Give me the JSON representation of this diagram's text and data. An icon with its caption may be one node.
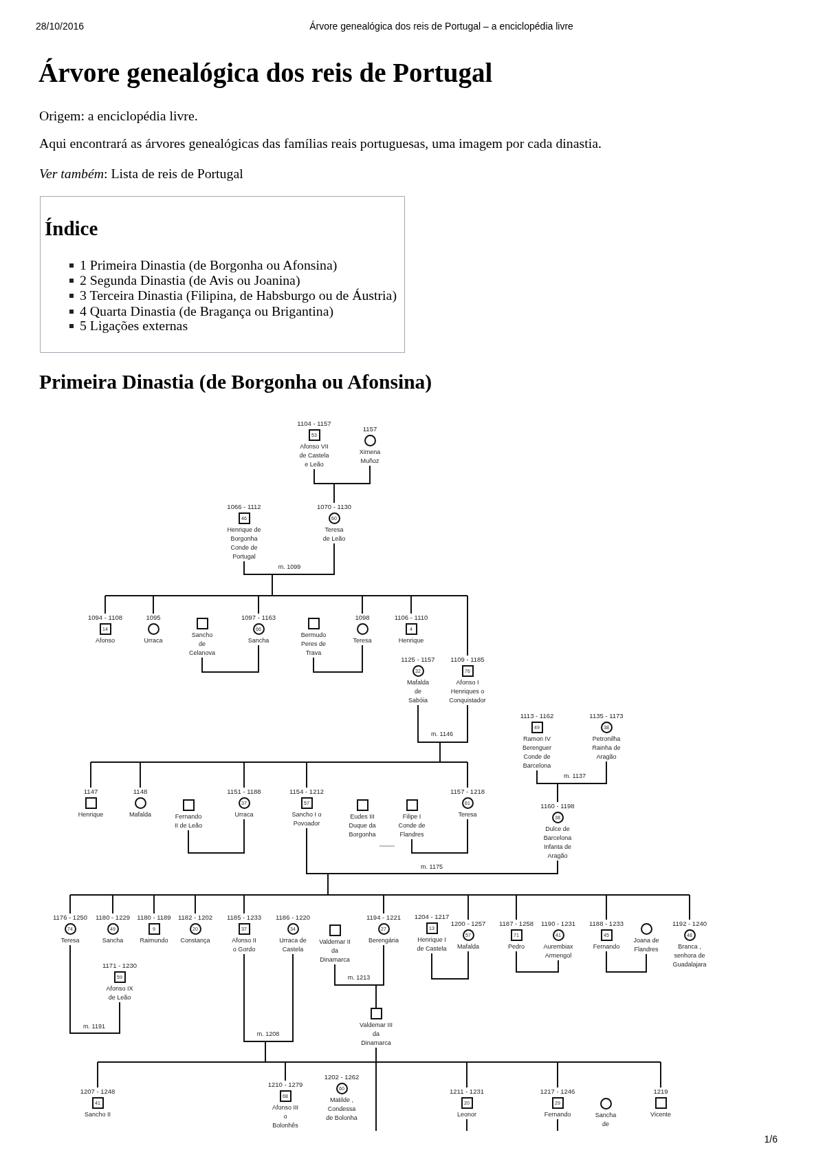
{
  "diagram": {
    "title": "Árvore genealógica dos reis de Portugal",
    "nodes": [
      {
        "text": [
          "53",
          "Afonso VII de Castela e Leão"
        ],
        "beside": [
          "1104 - 1157"
        ]
      },
      {
        "text": [
          "Ximena Muñoz"
        ],
        "beside": [
          "1157"
        ]
      },
      {
        "text": [
          "46",
          "Henrique de Borgonha Conde de Portugal"
        ],
        "beside": [
          "1066 - 1112"
        ]
      },
      {
        "text": [
          "60",
          "Teresa de Leão"
        ],
        "beside": [
          "1070 - 1130"
        ]
      },
      {
        "text": [
          "14",
          "Afonso"
        ],
        "beside": [
          "1094 - 1108"
        ]
      },
      {
        "text": [
          "Urraca"
        ],
        "beside": [
          "1095"
        ]
      },
      {
        "text": [
          "Sancho de Celanova"
        ]
      },
      {
        "text": [
          "66",
          "Sancha"
        ],
        "beside": [
          "1097 - 1163"
        ]
      },
      {
        "text": [
          "Bermudo Peres de Trava"
        ]
      },
      {
        "text": [
          "Teresa"
        ],
        "beside": [
          "1098"
        ]
      },
      {
        "text": [
          "4",
          "Henrique"
        ],
        "beside": [
          "1106 - 1110"
        ]
      },
      {
        "text": [
          "32",
          "Mafalda de Sabóia"
        ],
        "beside": [
          "1125 - 1157"
        ]
      },
      {
        "text": [
          "76",
          "Afonso I Henriques o Conquistador"
        ],
        "beside": [
          "1109 - 1185"
        ]
      },
      {
        "text": [
          "49",
          "Ramon IV Berenguer Conde de Barcelona"
        ],
        "beside": [
          "1113 - 1162"
        ]
      },
      {
        "text": [
          "38",
          "Petronilha Rainha de Aragão"
        ],
        "beside": [
          "1135 - 1173"
        ]
      },
      {
        "text": [
          "Henrique"
        ],
        "beside": [
          "1147"
        ]
      },
      {
        "text": [
          "Mafalda"
        ],
        "beside": [
          "1148"
        ]
      },
      {
        "text": [
          "Fernando II de Leão"
        ]
      },
      {
        "text": [
          "37",
          "Urraca"
        ],
        "beside": [
          "1151 - 1188"
        ]
      },
      {
        "text": [
          "57",
          "Sancho I o Povoador"
        ],
        "beside": [
          "1154 - 1212"
        ]
      },
      {
        "text": [
          "Eudes III Duque da Borgonha"
        ]
      },
      {
        "text": [
          "Filipe I Conde de Flandres"
        ]
      },
      {
        "text": [
          "61",
          "Teresa"
        ],
        "beside": [
          "1157 - 1218"
        ]
      },
      {
        "text": [
          "38",
          "Dulce de Barcelona Infanta de Aragão"
        ],
        "beside": [
          "1160 - 1198"
        ]
      },
      {
        "text": [
          "74",
          "Teresa"
        ],
        "beside": [
          "1176 - 1250"
        ]
      },
      {
        "text": [
          "49",
          "Sancha"
        ],
        "beside": [
          "1180 - 1229"
        ]
      },
      {
        "text": [
          "9",
          "Raimundo"
        ],
        "beside": [
          "1180 - 1189"
        ]
      },
      {
        "text": [
          "20",
          "Constança"
        ],
        "beside": [
          "1182 - 1202"
        ]
      },
      {
        "text": [
          "37",
          "Afonso II o Gordo"
        ],
        "beside": [
          "1185 - 1233"
        ]
      },
      {
        "text": [
          "34",
          "Urraca de Castela"
        ],
        "beside": [
          "1186 - 1220"
        ]
      },
      {
        "text": [
          "Valdemar II da Dinamarca"
        ]
      },
      {
        "text": [
          "27",
          "Berengária"
        ],
        "beside": [
          "1194 - 1221"
        ]
      },
      {
        "text": [
          "13",
          "Henrique I de Castela"
        ],
        "beside": [
          "1204 - 1217"
        ]
      },
      {
        "text": [
          "57",
          "Mafalda"
        ],
        "beside": [
          "1200 - 1257"
        ]
      },
      {
        "text": [
          "71",
          "Pedro"
        ],
        "beside": [
          "1187 - 1258"
        ]
      },
      {
        "text": [
          "41",
          "Aurembiax Armengol"
        ],
        "beside": [
          "1190 - 1231"
        ]
      },
      {
        "text": [
          "45",
          "Fernando"
        ],
        "beside": [
          "1188 - 1233"
        ]
      },
      {
        "text": [
          "Joana de Flandres"
        ]
      },
      {
        "text": [
          "48",
          "Branca , senhora de Guadalajara"
        ],
        "beside": [
          "1192 - 1240"
        ]
      },
      {
        "text": [
          "59",
          "Afonso IX de Leão"
        ],
        "beside": [
          "1171 - 1230"
        ]
      },
      {
        "text": [
          "Valdemar III da Dinamarca"
        ]
      },
      {
        "text": [
          "41",
          "Sancho II"
        ],
        "beside": [
          "1207 - 1248"
        ]
      },
      {
        "text": [
          "68",
          "Afonso III o Bolonhês"
        ],
        "beside": [
          "1210 - 1279"
        ]
      },
      {
        "text": [
          "60",
          "Matilde , Condessa de Bolonha"
        ],
        "beside": [
          "1202 - 1262"
        ]
      },
      {
        "text": [
          "20",
          "Leonor"
        ],
        "beside": [
          "1211 - 1231"
        ]
      },
      {
        "text": [
          "29",
          "Fernando"
        ],
        "beside": [
          "1217 - 1246"
        ]
      },
      {
        "text": [
          "Sancha de"
        ]
      },
      {
        "text": [
          "Vicente"
        ],
        "beside": [
          "1219"
        ]
      }
    ],
    "edges": [
      {
        "from": 0,
        "to": 1,
        "arrow": "none"
      },
      {
        "from": 0,
        "to": 3,
        "arrow": "none"
      },
      {
        "from": 1,
        "to": 3,
        "arrow": "none"
      },
      {
        "from": 2,
        "to": 3,
        "arrow": "none",
        "label": "m. 1099"
      },
      {
        "from": 2,
        "to": 4,
        "arrow": "none"
      },
      {
        "from": 2,
        "to": 5,
        "arrow": "none"
      },
      {
        "from": 2,
        "to": 7,
        "arrow": "none"
      },
      {
        "from": 2,
        "to": 9,
        "arrow": "none"
      },
      {
        "from": 2,
        "to": 10,
        "arrow": "none"
      },
      {
        "from": 2,
        "to": 12,
        "arrow": "none"
      },
      {
        "from": 3,
        "to": 4,
        "arrow": "none"
      },
      {
        "from": 3,
        "to": 5,
        "arrow": "none"
      },
      {
        "from": 3,
        "to": 7,
        "arrow": "none"
      },
      {
        "from": 3,
        "to": 9,
        "arrow": "none"
      },
      {
        "from": 3,
        "to": 10,
        "arrow": "none"
      },
      {
        "from": 3,
        "to": 12,
        "arrow": "none"
      },
      {
        "from": 6,
        "to": 7,
        "arrow": "none"
      },
      {
        "from": 8,
        "to": 9,
        "arrow": "none"
      },
      {
        "from": 11,
        "to": 12,
        "arrow": "none",
        "label": "m. 1146"
      },
      {
        "from": 11,
        "to": 15,
        "arrow": "none"
      },
      {
        "from": 11,
        "to": 16,
        "arrow": "none"
      },
      {
        "from": 11,
        "to": 18,
        "arrow": "none"
      },
      {
        "from": 11,
        "to": 19,
        "arrow": "none"
      },
      {
        "from": 11,
        "to": 22,
        "arrow": "none"
      },
      {
        "from": 12,
        "to": 15,
        "arrow": "none"
      },
      {
        "from": 12,
        "to": 16,
        "arrow": "none"
      },
      {
        "from": 12,
        "to": 18,
        "arrow": "none"
      },
      {
        "from": 12,
        "to": 19,
        "arrow": "none"
      },
      {
        "from": 12,
        "to": 22,
        "arrow": "none"
      },
      {
        "from": 13,
        "to": 14,
        "arrow": "none",
        "label": "m. 1137"
      },
      {
        "from": 13,
        "to": 23,
        "arrow": "none"
      },
      {
        "from": 14,
        "to": 23,
        "arrow": "none"
      },
      {
        "from": 17,
        "to": 18,
        "arrow": "none"
      },
      {
        "from": 20,
        "to": 21,
        "arrow": "none",
        "color": "#808080"
      },
      {
        "from": 21,
        "to": 22,
        "arrow": "none"
      },
      {
        "from": 19,
        "to": 23,
        "arrow": "none",
        "label": "m. 1175"
      },
      {
        "from": 19,
        "to": 24,
        "arrow": "none"
      },
      {
        "from": 19,
        "to": 25,
        "arrow": "none"
      },
      {
        "from": 19,
        "to": 26,
        "arrow": "none"
      },
      {
        "from": 19,
        "to": 27,
        "arrow": "none"
      },
      {
        "from": 19,
        "to": 28,
        "arrow": "none"
      },
      {
        "from": 19,
        "to": 31,
        "arrow": "none"
      },
      {
        "from": 19,
        "to": 33,
        "arrow": "none"
      },
      {
        "from": 19,
        "to": 34,
        "arrow": "none"
      },
      {
        "from": 19,
        "to": 36,
        "arrow": "none"
      },
      {
        "from": 19,
        "to": 38,
        "arrow": "none"
      },
      {
        "from": 23,
        "to": 24,
        "arrow": "none"
      },
      {
        "from": 23,
        "to": 25,
        "arrow": "none"
      },
      {
        "from": 23,
        "to": 26,
        "arrow": "none"
      },
      {
        "from": 23,
        "to": 27,
        "arrow": "none"
      },
      {
        "from": 23,
        "to": 28,
        "arrow": "none"
      },
      {
        "from": 23,
        "to": 31,
        "arrow": "none"
      },
      {
        "from": 23,
        "to": 33,
        "arrow": "none"
      },
      {
        "from": 23,
        "to": 34,
        "arrow": "none"
      },
      {
        "from": 23,
        "to": 36,
        "arrow": "none"
      },
      {
        "from": 23,
        "to": 38,
        "arrow": "none"
      },
      {
        "from": 24,
        "to": 39,
        "arrow": "none",
        "label": "m. 1191"
      },
      {
        "from": 28,
        "to": 29,
        "arrow": "none",
        "label": "m. 1208"
      },
      {
        "from": 28,
        "to": 41,
        "arrow": "none"
      },
      {
        "from": 28,
        "to": 42,
        "arrow": "none"
      },
      {
        "from": 28,
        "to": 44,
        "arrow": "none"
      },
      {
        "from": 28,
        "to": 45,
        "arrow": "none"
      },
      {
        "from": 28,
        "to": 47,
        "arrow": "none"
      },
      {
        "from": 29,
        "to": 41,
        "arrow": "none"
      },
      {
        "from": 29,
        "to": 42,
        "arrow": "none"
      },
      {
        "from": 29,
        "to": 44,
        "arrow": "none"
      },
      {
        "from": 29,
        "to": 45,
        "arrow": "none"
      },
      {
        "from": 29,
        "to": 47,
        "arrow": "none"
      },
      {
        "from": 30,
        "to": 31,
        "arrow": "none",
        "label": "m. 1213"
      },
      {
        "from": 30,
        "to": 40,
        "arrow": "none"
      },
      {
        "from": 31,
        "to": 40,
        "arrow": "none"
      },
      {
        "from": 32,
        "to": 33,
        "arrow": "none"
      },
      {
        "from": 34,
        "to": 35,
        "arrow": "none"
      },
      {
        "from": 36,
        "to": 37,
        "arrow": "none"
      },
      {
        "from": 40,
        "to": null,
        "arrow": "none"
      },
      {
        "from": 44,
        "to": null,
        "arrow": "none"
      },
      {
        "from": 45,
        "to": null,
        "arrow": "none"
      }
    ],
    "labels": [
      "28/10/2016",
      "Árvore genealógica dos reis de Portugal – a enciclopédia livre",
      "Origem: a enciclopédia livre.",
      "Aqui encontrará as árvores genealógicas das famílias reais portuguesas, uma imagem por cada dinastia.",
      "*Ver também*: Lista de reis de Portugal",
      "Índice",
      "1 Primeira Dinastia (de Borgonha ou Afonsina)",
      "2 Segunda Dinastia (de Avis ou Joanina)",
      "3 Terceira Dinastia (Filipina, de Habsburgo ou de Áustria)",
      "4 Quarta Dinastia (de Bragança ou Brigantina)",
      "5 Ligações externas",
      "Primeira Dinastia (de Borgonha ou Afonsina)",
      "1/6"
    ]
  }
}
